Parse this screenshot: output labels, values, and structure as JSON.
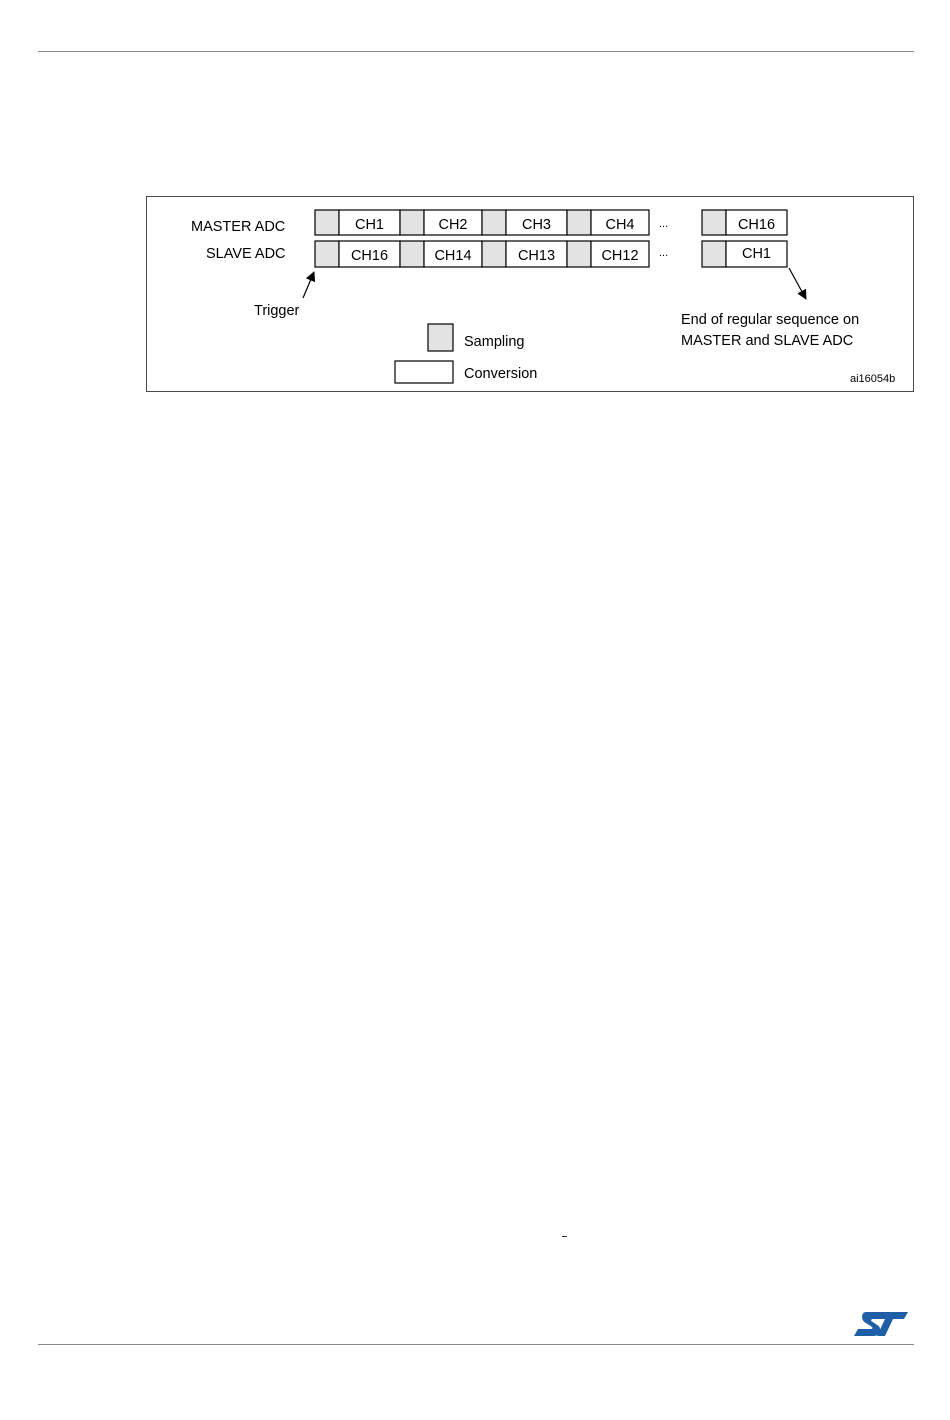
{
  "figure": {
    "master_label": "MASTER ADC",
    "slave_label": "SLAVE ADC",
    "master_channels": [
      "CH1",
      "CH2",
      "CH3",
      "CH4",
      "CH16"
    ],
    "slave_channels": [
      "CH16",
      "CH14",
      "CH13",
      "CH12",
      "CH1"
    ],
    "ellipsis": "...",
    "trigger_label": "Trigger",
    "end_label_line1": "End of  regular sequence on",
    "end_label_line2": "MASTER and SLAVE ADC",
    "legend_sampling": "Sampling",
    "legend_conversion": "Conversion",
    "figure_id": "ai16054b"
  },
  "colors": {
    "sampling_fill": "#e3e3e3",
    "border": "#000000",
    "rule": "#8a8a8a",
    "logo": "#1f5fa8"
  },
  "footer": {
    "stray_mark": "-"
  }
}
